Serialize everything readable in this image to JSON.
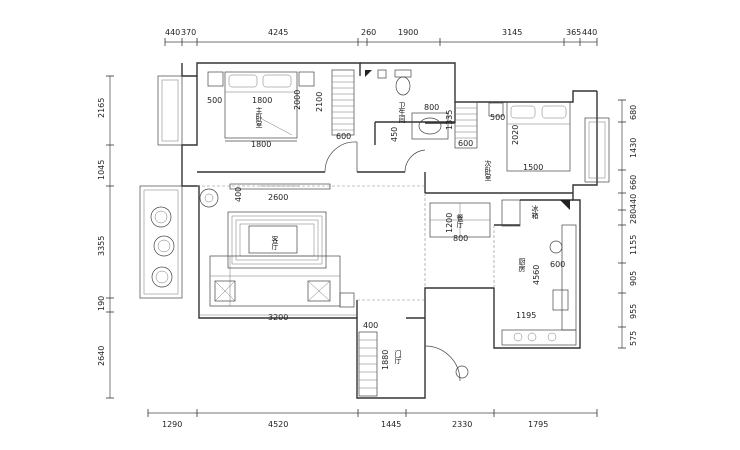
{
  "dimensions": {
    "top": [
      "440",
      "370",
      "4245",
      "260",
      "1900",
      "3145",
      "365",
      "440"
    ],
    "bottom": [
      "1290",
      "4520",
      "1445",
      "2330",
      "1795"
    ],
    "left": [
      "2165",
      "1045",
      "3355",
      "190",
      "2640"
    ],
    "right": [
      "680",
      "1430",
      "660",
      "440",
      "280",
      "1155",
      "905",
      "955",
      "575"
    ]
  },
  "inner_dimensions": {
    "master_bed_side": "500",
    "master_bed_width": "1800",
    "master_bed_length": "2000",
    "master_bed_bottom": "1800",
    "wardrobe_depth": "2100",
    "wardrobe_width": "600",
    "bath_450": "450",
    "bath_800": "800",
    "second_1335": "1335",
    "second_side": "500",
    "second_wardrobe": "600",
    "second_bed_length": "2020",
    "second_bed_width": "1500",
    "tv_400": "400",
    "tv_2600": "2600",
    "dining_1200": "1200",
    "dining_800": "800",
    "kitchen_600": "600",
    "kitchen_4560": "4560",
    "kitchen_1195": "1195",
    "living_3200": "3200",
    "foyer_400": "400",
    "foyer_1880": "1880"
  },
  "rooms": {
    "master": "主卧室",
    "second": "次卧室",
    "bath": "卫生间",
    "living": "客厅",
    "dining": "餐厅",
    "kitchen": "厨房",
    "foyer": "门厅",
    "cabinet": "冰箱"
  }
}
